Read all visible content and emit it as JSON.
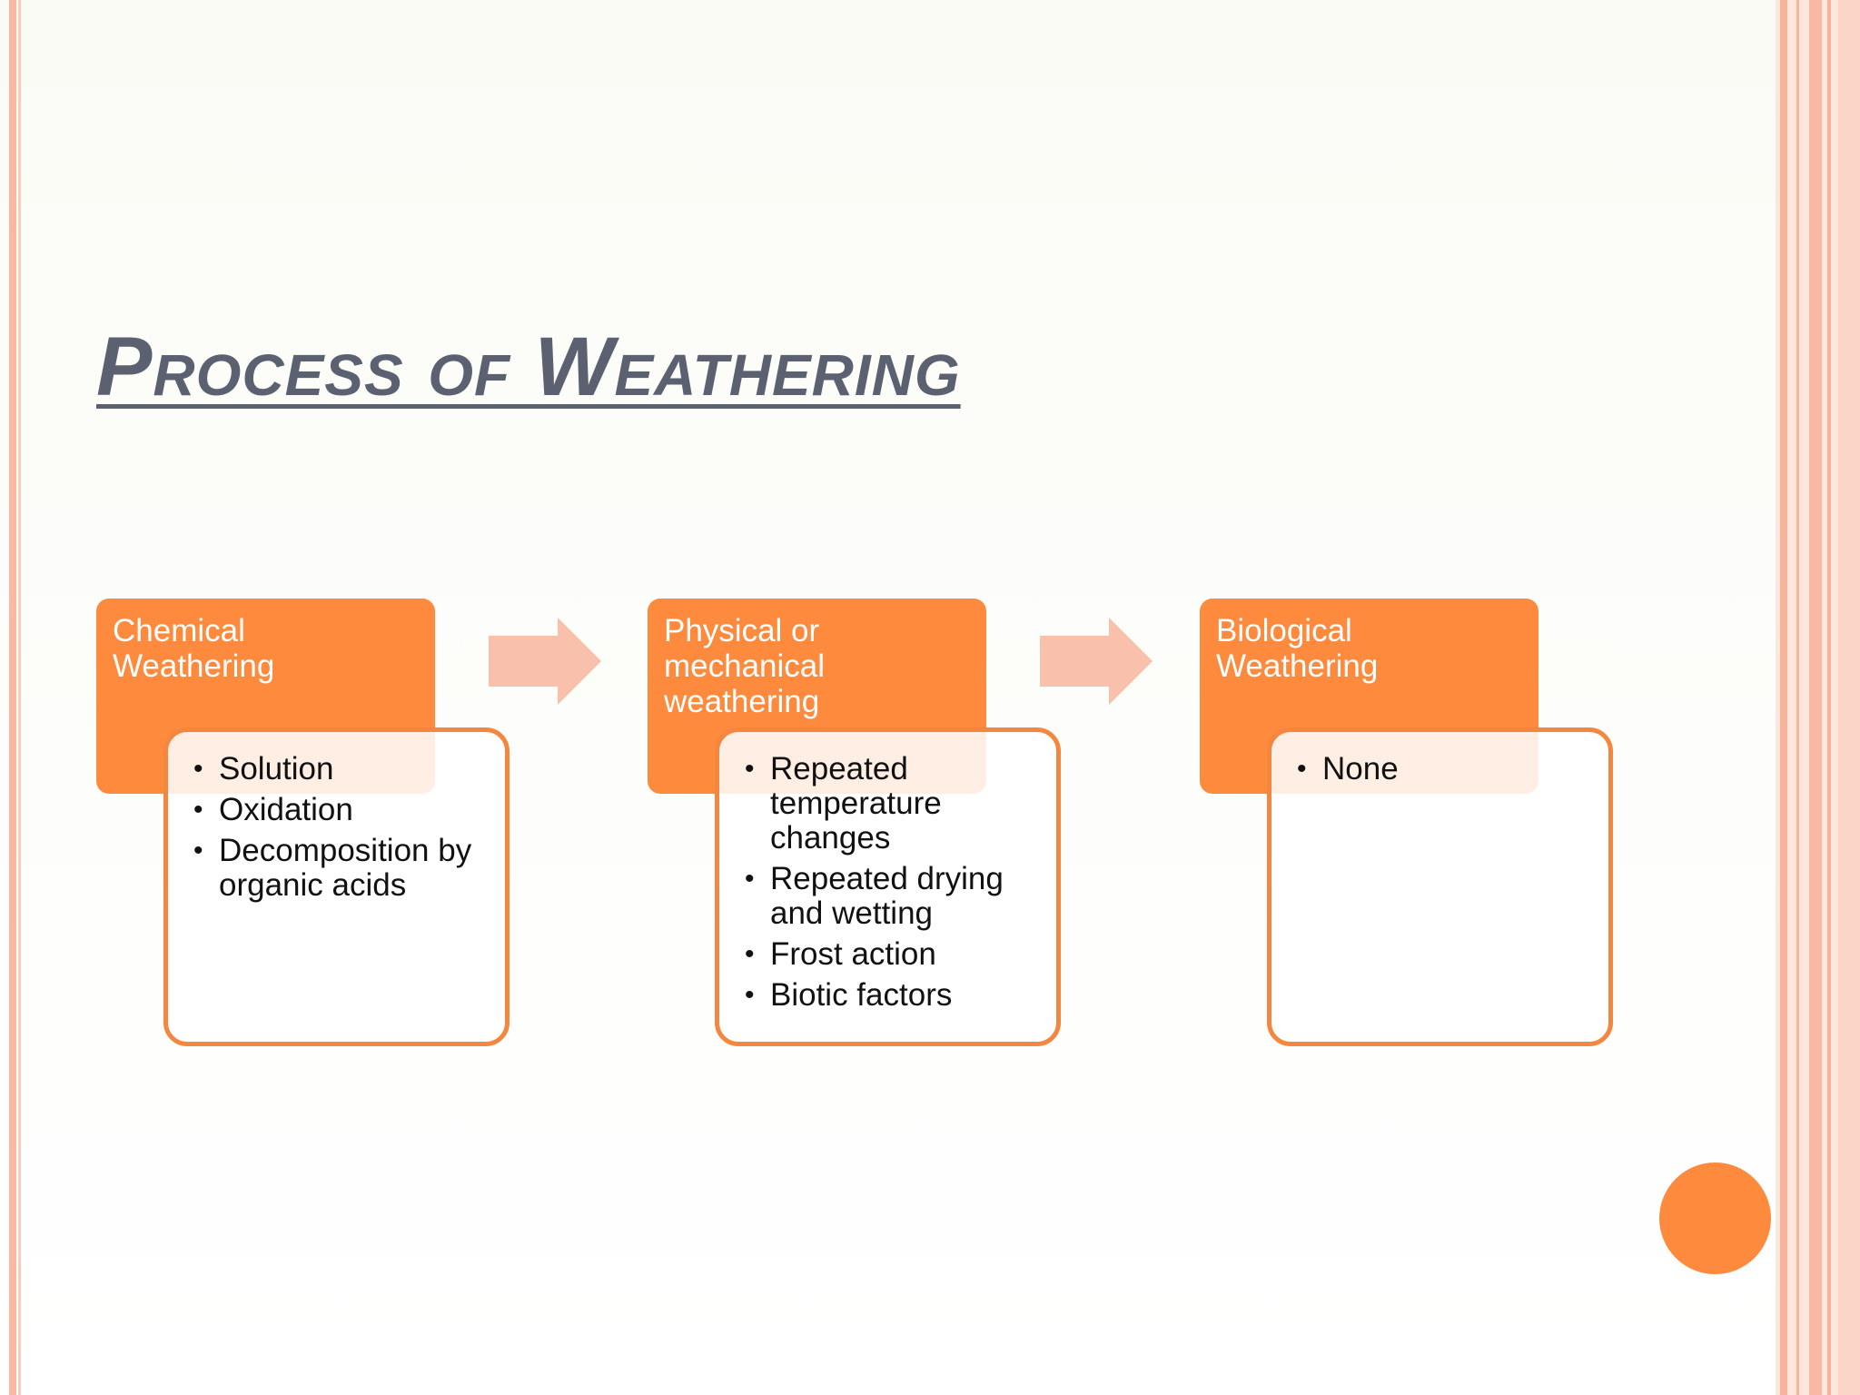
{
  "slide": {
    "title": "Process of Weathering"
  },
  "colors": {
    "accent": "#fd8a3d",
    "arrow": "#f9c1ab",
    "title": "#5b6170",
    "border": "#f7b9a1"
  },
  "steps": [
    {
      "header_lines": [
        "Chemical",
        "Weathering"
      ],
      "items": [
        "Solution",
        "Oxidation",
        "Decomposition by organic acids"
      ]
    },
    {
      "header_lines": [
        "Physical or",
        "mechanical",
        "weathering"
      ],
      "items": [
        "Repeated temperature changes",
        "Repeated drying and wetting",
        "Frost action",
        "Biotic factors"
      ]
    },
    {
      "header_lines": [
        "Biological",
        "Weathering"
      ],
      "items": [
        "None"
      ]
    }
  ]
}
